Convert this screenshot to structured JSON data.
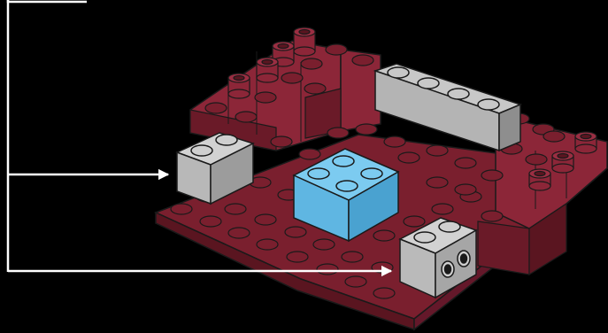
{
  "image": {
    "background": "#000000",
    "subject": "lego-build-step"
  },
  "colors": {
    "plate_red": "#7a1f2e",
    "plate_red_light": "#8c2638",
    "plate_red_dark": "#5a1520",
    "gray_top": "#c8c8c8",
    "gray_side": "#a8a8a8",
    "blue_top": "#6ec4ee",
    "blue_side": "#4ea8d8",
    "outline": "#1a1a1a",
    "callout_line": "#ffffff"
  },
  "callout": {
    "type": "bracket-with-two-arrows",
    "targets": [
      "gray-brick-1x2-left",
      "gray-brick-1x2-side-studs-right"
    ]
  },
  "bricks": [
    {
      "name": "gray-brick-1x2-left",
      "color": "gray"
    },
    {
      "name": "blue-brick-2x2-center",
      "color": "blue"
    },
    {
      "name": "gray-brick-1x2-side-studs-right",
      "color": "gray"
    },
    {
      "name": "gray-brick-1x4-back",
      "color": "gray"
    }
  ]
}
